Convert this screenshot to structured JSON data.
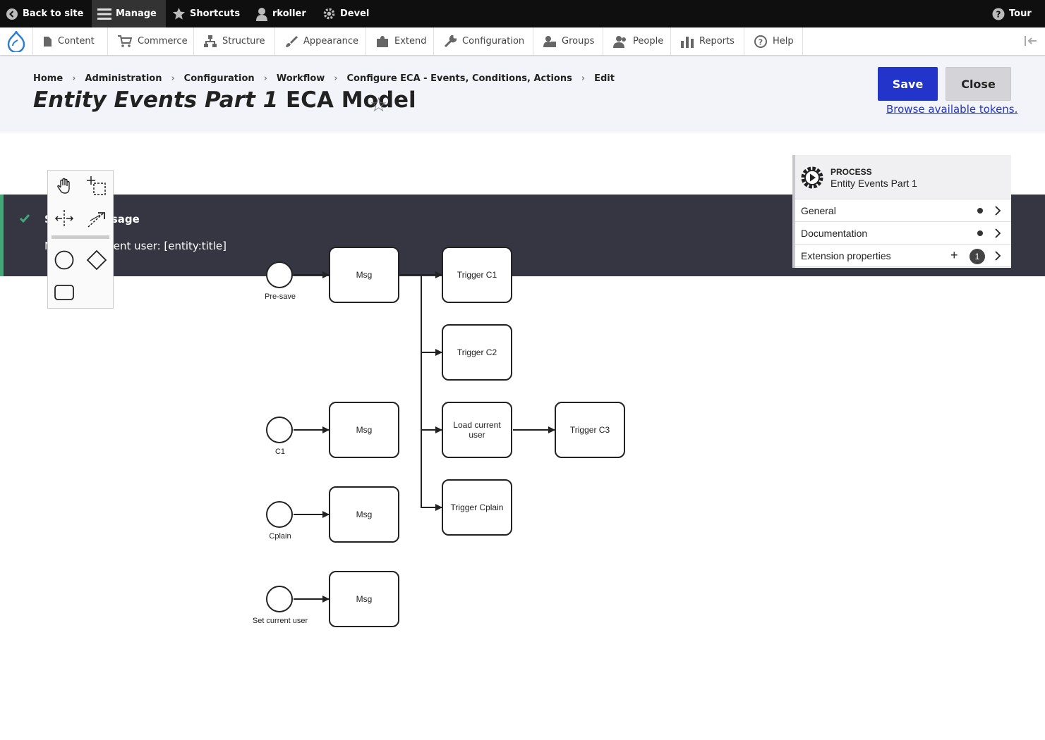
{
  "toolbar": {
    "back_to_site": "Back to site",
    "manage": "Manage",
    "shortcuts": "Shortcuts",
    "user": "rkoller",
    "devel": "Devel",
    "tour": "Tour"
  },
  "tray": {
    "items": [
      "Content",
      "Commerce",
      "Structure",
      "Appearance",
      "Extend",
      "Configuration",
      "Groups",
      "People",
      "Reports",
      "Help"
    ]
  },
  "breadcrumb": [
    "Home",
    "Administration",
    "Configuration",
    "Workflow",
    "Configure ECA - Events, Conditions, Actions",
    "Edit"
  ],
  "page": {
    "title_italic": "Entity Events Part 1",
    "title_rest": "ECA Model",
    "save_label": "Save",
    "close_label": "Close",
    "tokens_link": "Browse available tokens."
  },
  "status": {
    "title": "Status message",
    "message": "Name of current user: [entity:title]",
    "accent_color": "#42a877"
  },
  "palette": {
    "tools": [
      "hand-tool",
      "lasso-tool",
      "space-tool",
      "global-connect-tool",
      "create-start-event",
      "create-gateway",
      "create-task"
    ]
  },
  "diagram": {
    "events": [
      {
        "label": "Pre-save"
      },
      {
        "label": "C1"
      },
      {
        "label": "Cplain"
      },
      {
        "label": "Set current user"
      }
    ],
    "tasks": [
      {
        "label": "Msg"
      },
      {
        "label": "Msg"
      },
      {
        "label": "Msg"
      },
      {
        "label": "Msg"
      },
      {
        "label": "Trigger C1"
      },
      {
        "label": "Trigger C2"
      },
      {
        "label": "Load current user"
      },
      {
        "label": "Trigger Cplain"
      },
      {
        "label": "Trigger C3"
      }
    ]
  },
  "properties": {
    "kind": "PROCESS",
    "name": "Entity Events Part 1",
    "groups": [
      {
        "label": "General"
      },
      {
        "label": "Documentation"
      },
      {
        "label": "Extension properties",
        "count": "1"
      }
    ]
  }
}
